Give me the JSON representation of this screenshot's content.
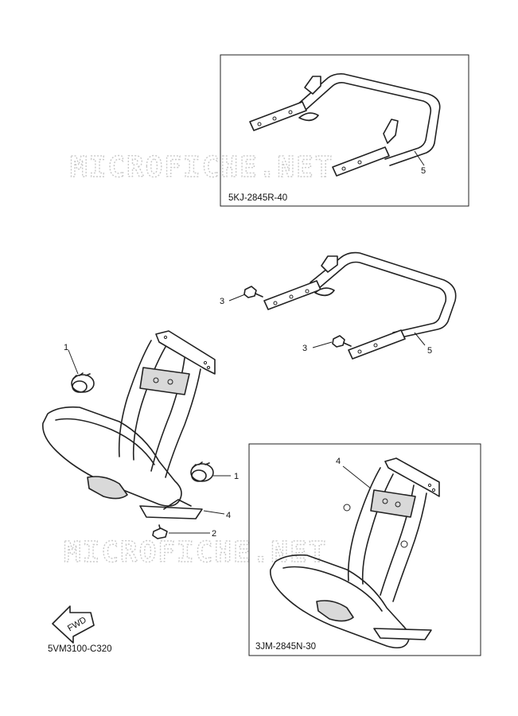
{
  "watermark": {
    "text": "MICROFICHE.NET"
  },
  "diagram_code": "5VM3100-C320",
  "fwd_label": "FWD",
  "inset_top": {
    "code": "5KJ-2845R-40",
    "callouts": [
      "5"
    ]
  },
  "inset_bottom": {
    "code": "3JM-2845N-30",
    "callouts": [
      "4"
    ]
  },
  "main_callouts": {
    "grommet_left": "1",
    "grommet_right": "1",
    "bolt_bottom": "2",
    "bolt_rack_upper": "3",
    "bolt_rack_lower": "3",
    "guard_plate": "4",
    "rack": "5"
  }
}
